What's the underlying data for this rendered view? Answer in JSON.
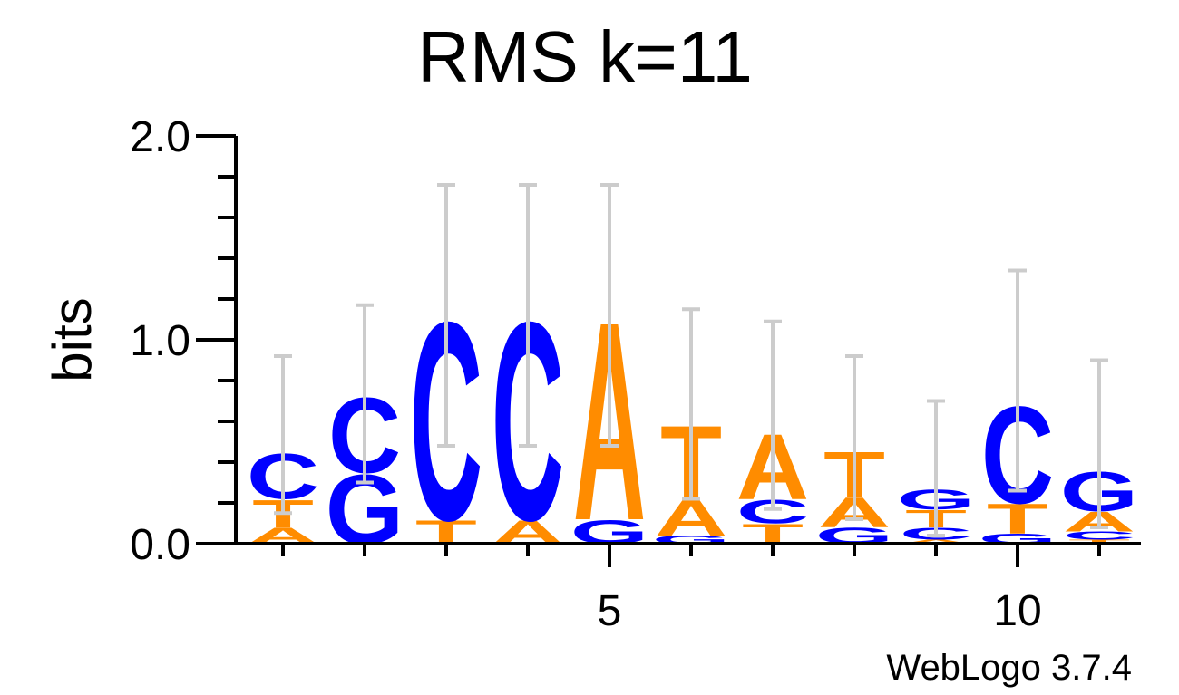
{
  "chart_data": {
    "type": "sequence-logo",
    "title": "RMS k=11",
    "ylabel": "bits",
    "ylim": [
      0,
      2
    ],
    "yticks": [
      "0.0",
      "1.0",
      "2.0"
    ],
    "xticks": [
      5,
      10
    ],
    "colors": {
      "C": "#0000ff",
      "G": "#0000ff",
      "A": "#ff8c00",
      "T": "#ff8c00"
    },
    "errorbar_color": "#cccccc",
    "positions": [
      {
        "pos": 1,
        "stack": [
          [
            "A",
            0.08
          ],
          [
            "T",
            0.14
          ],
          [
            "C",
            0.23
          ]
        ],
        "err": [
          0.15,
          0.92
        ]
      },
      {
        "pos": 2,
        "stack": [
          [
            "G",
            0.35
          ],
          [
            "C",
            0.38
          ]
        ],
        "err": [
          0.3,
          1.17
        ]
      },
      {
        "pos": 3,
        "stack": [
          [
            "T",
            0.12
          ],
          [
            "C",
            1.0
          ]
        ],
        "err": [
          0.48,
          1.76
        ]
      },
      {
        "pos": 4,
        "stack": [
          [
            "A",
            0.12
          ],
          [
            "C",
            1.0
          ]
        ],
        "err": [
          0.48,
          1.76
        ]
      },
      {
        "pos": 5,
        "stack": [
          [
            "G",
            0.12
          ],
          [
            "A",
            1.0
          ]
        ],
        "err": [
          0.48,
          1.76
        ]
      },
      {
        "pos": 6,
        "stack": [
          [
            "G",
            0.04
          ],
          [
            "A",
            0.18
          ],
          [
            "T",
            0.37
          ]
        ],
        "err": [
          0.22,
          1.15
        ]
      },
      {
        "pos": 7,
        "stack": [
          [
            "T",
            0.1
          ],
          [
            "C",
            0.12
          ],
          [
            "A",
            0.33
          ]
        ],
        "err": [
          0.17,
          1.09
        ]
      },
      {
        "pos": 8,
        "stack": [
          [
            "G",
            0.08
          ],
          [
            "A",
            0.15
          ],
          [
            "T",
            0.23
          ]
        ],
        "err": [
          0.12,
          0.92
        ]
      },
      {
        "pos": 9,
        "stack": [
          [
            "A",
            0.02
          ],
          [
            "C",
            0.06
          ],
          [
            "T",
            0.09
          ],
          [
            "G",
            0.1
          ]
        ],
        "err": [
          0.04,
          0.7
        ]
      },
      {
        "pos": 10,
        "stack": [
          [
            "G",
            0.05
          ],
          [
            "T",
            0.15
          ],
          [
            "C",
            0.49
          ]
        ],
        "err": [
          0.26,
          1.34
        ]
      },
      {
        "pos": 11,
        "stack": [
          [
            "T",
            0.02
          ],
          [
            "C",
            0.04
          ],
          [
            "A",
            0.1
          ],
          [
            "G",
            0.2
          ]
        ],
        "err": [
          0.08,
          0.9
        ]
      }
    ]
  },
  "footer": "WebLogo 3.7.4"
}
